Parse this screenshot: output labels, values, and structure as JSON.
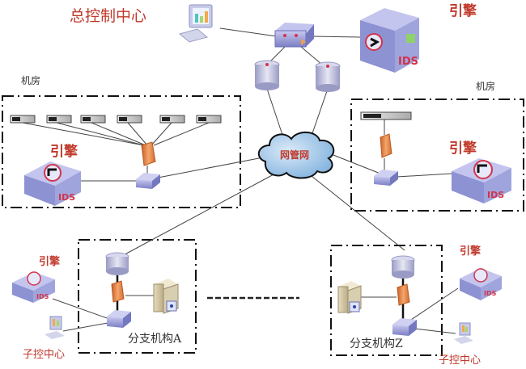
{
  "diagram": {
    "title": "总控制中心",
    "network_cloud_label": "网管网",
    "engine_label": "引擎",
    "ids_label": "IDS",
    "rooms": [
      {
        "id": "room-left",
        "label": "机房",
        "server_count": 6
      },
      {
        "id": "room-right",
        "label": "机房",
        "server_count": 1
      }
    ],
    "branches": [
      {
        "id": "branch-a",
        "label": "分支机构A",
        "sub_center_label": "子控中心",
        "engine_label": "引擎"
      },
      {
        "id": "branch-z",
        "label": "分支机构Z",
        "sub_center_label": "子控中心",
        "engine_label": "引擎"
      }
    ],
    "ellipsis": "------------",
    "colors": {
      "label_red": "#c0392b",
      "cloud_blue": "#9cc3e6",
      "firewall_orange": "#e8894a",
      "device_purple": "#8a8fd0",
      "border_dash": "#111111"
    }
  }
}
